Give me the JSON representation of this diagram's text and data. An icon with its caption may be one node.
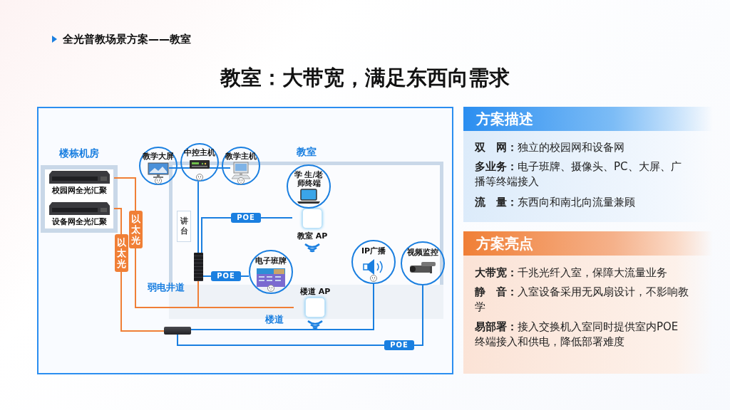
{
  "diagram": {
    "title": "教室：大带宽，满足东西向需求",
    "nodes": [
      {
        "text": [
          "楼栋机房"
        ]
      },
      {
        "text": [
          "校园网全光汇聚"
        ],
        "in": 0
      },
      {
        "text": [
          "设备网全光汇聚"
        ],
        "in": 0
      },
      {
        "text": [
          "教学大屏"
        ]
      },
      {
        "text": [
          "中控主机"
        ]
      },
      {
        "text": [
          "教学主机"
        ]
      },
      {
        "text": [
          "教室"
        ]
      },
      {
        "text": [
          "讲台"
        ],
        "in": 6
      },
      {
        "text": [
          "学 生/老师终端"
        ],
        "in": 6
      },
      {
        "text": [
          "教室 AP"
        ],
        "in": 6
      },
      {
        "text": [],
        "shape": "box",
        "in": 6
      },
      {
        "text": [
          "电子班牌"
        ]
      },
      {
        "text": [
          "楼道 AP"
        ]
      },
      {
        "text": [
          "IP广播"
        ],
        "in": 6
      },
      {
        "text": [
          "视频监控"
        ],
        "in": 6
      },
      {
        "text": [],
        "shape": "box"
      },
      {
        "text": [
          "方案描述",
          "**双　网：**独立的校园网和设备网",
          "**多业务：**电子班牌、摄像头、PC、大屏、广播等终端接入",
          "**流　量：**东西向和南北向流量兼顾"
        ]
      },
      {
        "text": [
          "方案亮点",
          "**大带宽：**千兆光纤入室，保障大流量业务",
          "**静　音：**入室设备采用无风扇设计，不影响教学",
          "**易部署：**接入交换机入室同时提供室内POE终端接入和供电，降低部署难度"
        ]
      }
    ],
    "edges": [
      {
        "from": 3,
        "to": 4,
        "arrow": "none"
      },
      {
        "from": 4,
        "to": 5,
        "arrow": "none"
      },
      {
        "from": 4,
        "to": 10,
        "arrow": "none"
      },
      {
        "from": 10,
        "to": 9,
        "arrow": "none",
        "label": "POE"
      },
      {
        "from": 10,
        "to": 11,
        "arrow": "none",
        "label": "POE"
      },
      {
        "from": 1,
        "to": 10,
        "arrow": "none",
        "color": "#f07f36",
        "label": "以太光"
      },
      {
        "from": 1,
        "to": 12,
        "arrow": "none",
        "color": "#f07f36"
      },
      {
        "from": 2,
        "to": 15,
        "arrow": "none",
        "color": "#f07f36",
        "label": "以太光"
      },
      {
        "from": 15,
        "to": 13,
        "arrow": "none"
      },
      {
        "from": 15,
        "to": 14,
        "arrow": "none",
        "label": "POE"
      }
    ],
    "labels": [
      "全光普教场景方案——教室",
      "弱电井道",
      "楼道"
    ]
  }
}
